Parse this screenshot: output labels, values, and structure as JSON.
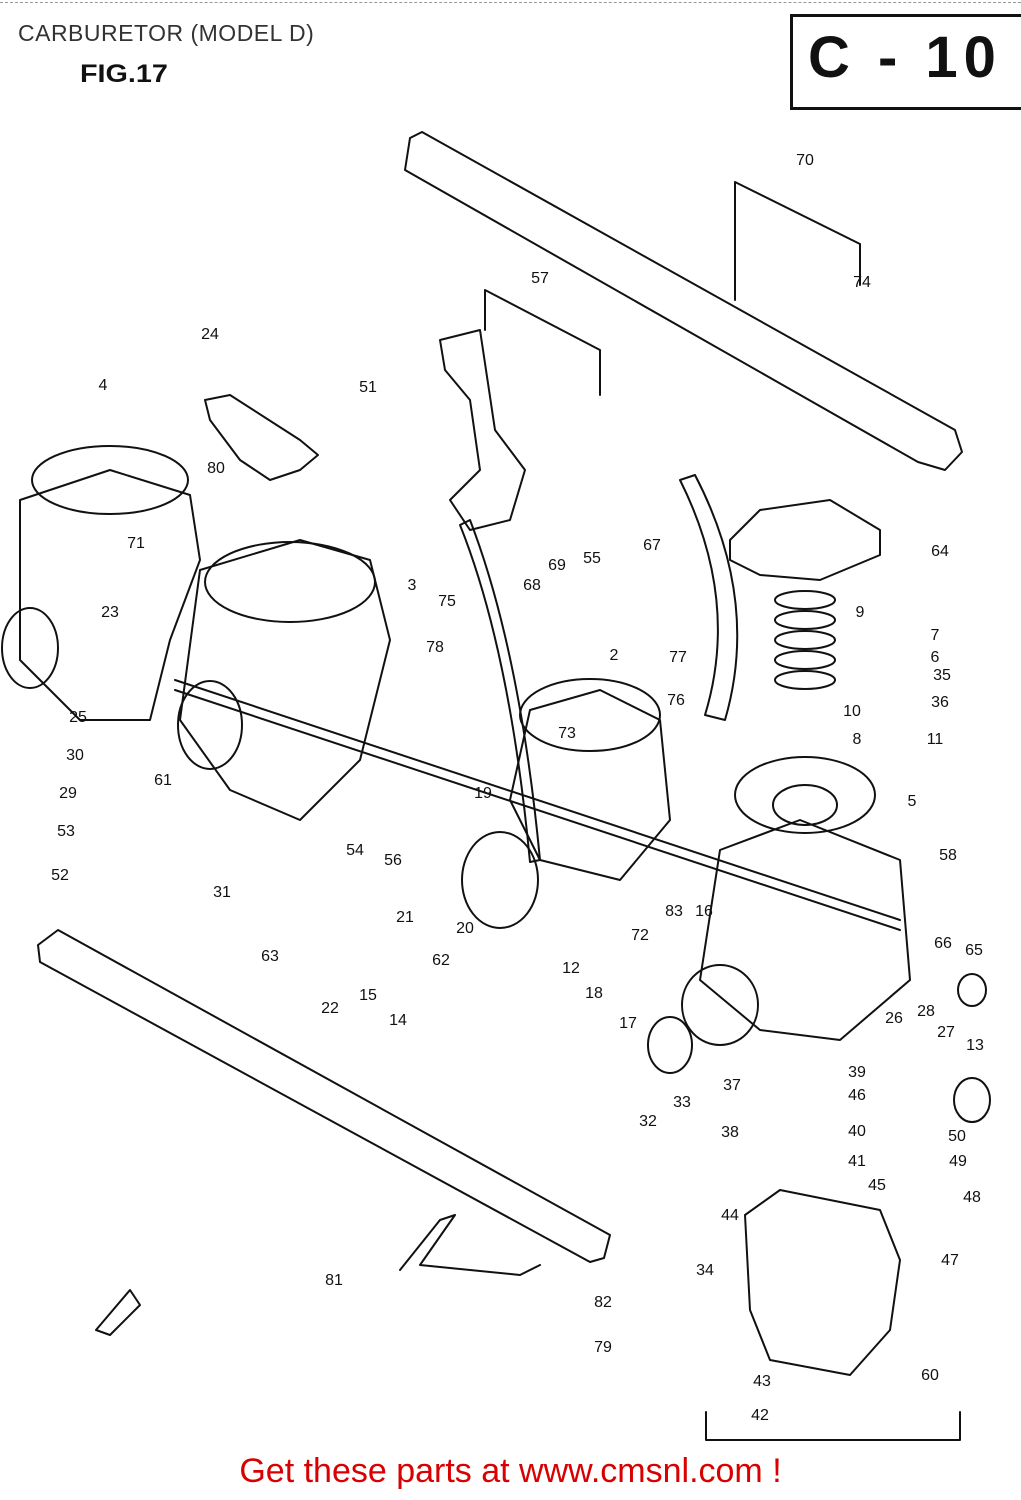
{
  "header": {
    "title": "CARBURETOR (MODEL D)",
    "figure": "FIG.17",
    "code": "C - 10"
  },
  "footer": {
    "text": "Get these parts at www.cmsnl.com !"
  },
  "part_labels": [
    "70",
    "74",
    "57",
    "24",
    "51",
    "4",
    "80",
    "71",
    "3",
    "23",
    "75",
    "68",
    "69",
    "55",
    "67",
    "64",
    "9",
    "7",
    "6",
    "35",
    "36",
    "10",
    "8",
    "11",
    "77",
    "2",
    "76",
    "78",
    "73",
    "25",
    "30",
    "61",
    "29",
    "53",
    "52",
    "31",
    "63",
    "22",
    "15",
    "14",
    "54",
    "56",
    "21",
    "20",
    "62",
    "19",
    "12",
    "18",
    "72",
    "83",
    "16",
    "5",
    "58",
    "66",
    "65",
    "26",
    "28",
    "27",
    "13",
    "17",
    "33",
    "32",
    "37",
    "38",
    "39",
    "46",
    "40",
    "41",
    "50",
    "49",
    "45",
    "48",
    "44",
    "47",
    "34",
    "81",
    "82",
    "79",
    "43",
    "42",
    "60"
  ],
  "colors": {
    "line": "#111111",
    "footer": "#d80000"
  }
}
